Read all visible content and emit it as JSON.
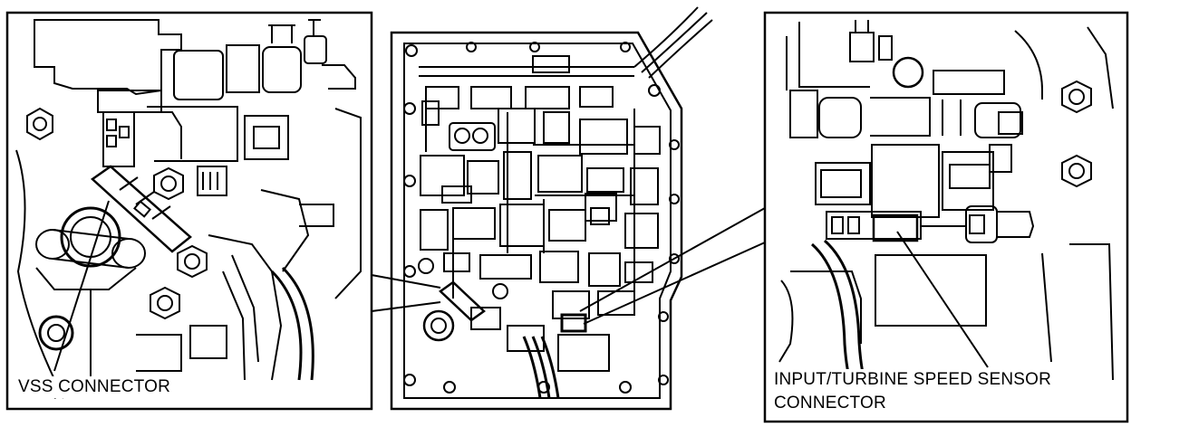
{
  "callouts": {
    "vss_connector": "VSS CONNECTOR",
    "input_turbine_line1": "INPUT/TURBINE SPEED SENSOR",
    "input_turbine_line2": "CONNECTOR"
  }
}
